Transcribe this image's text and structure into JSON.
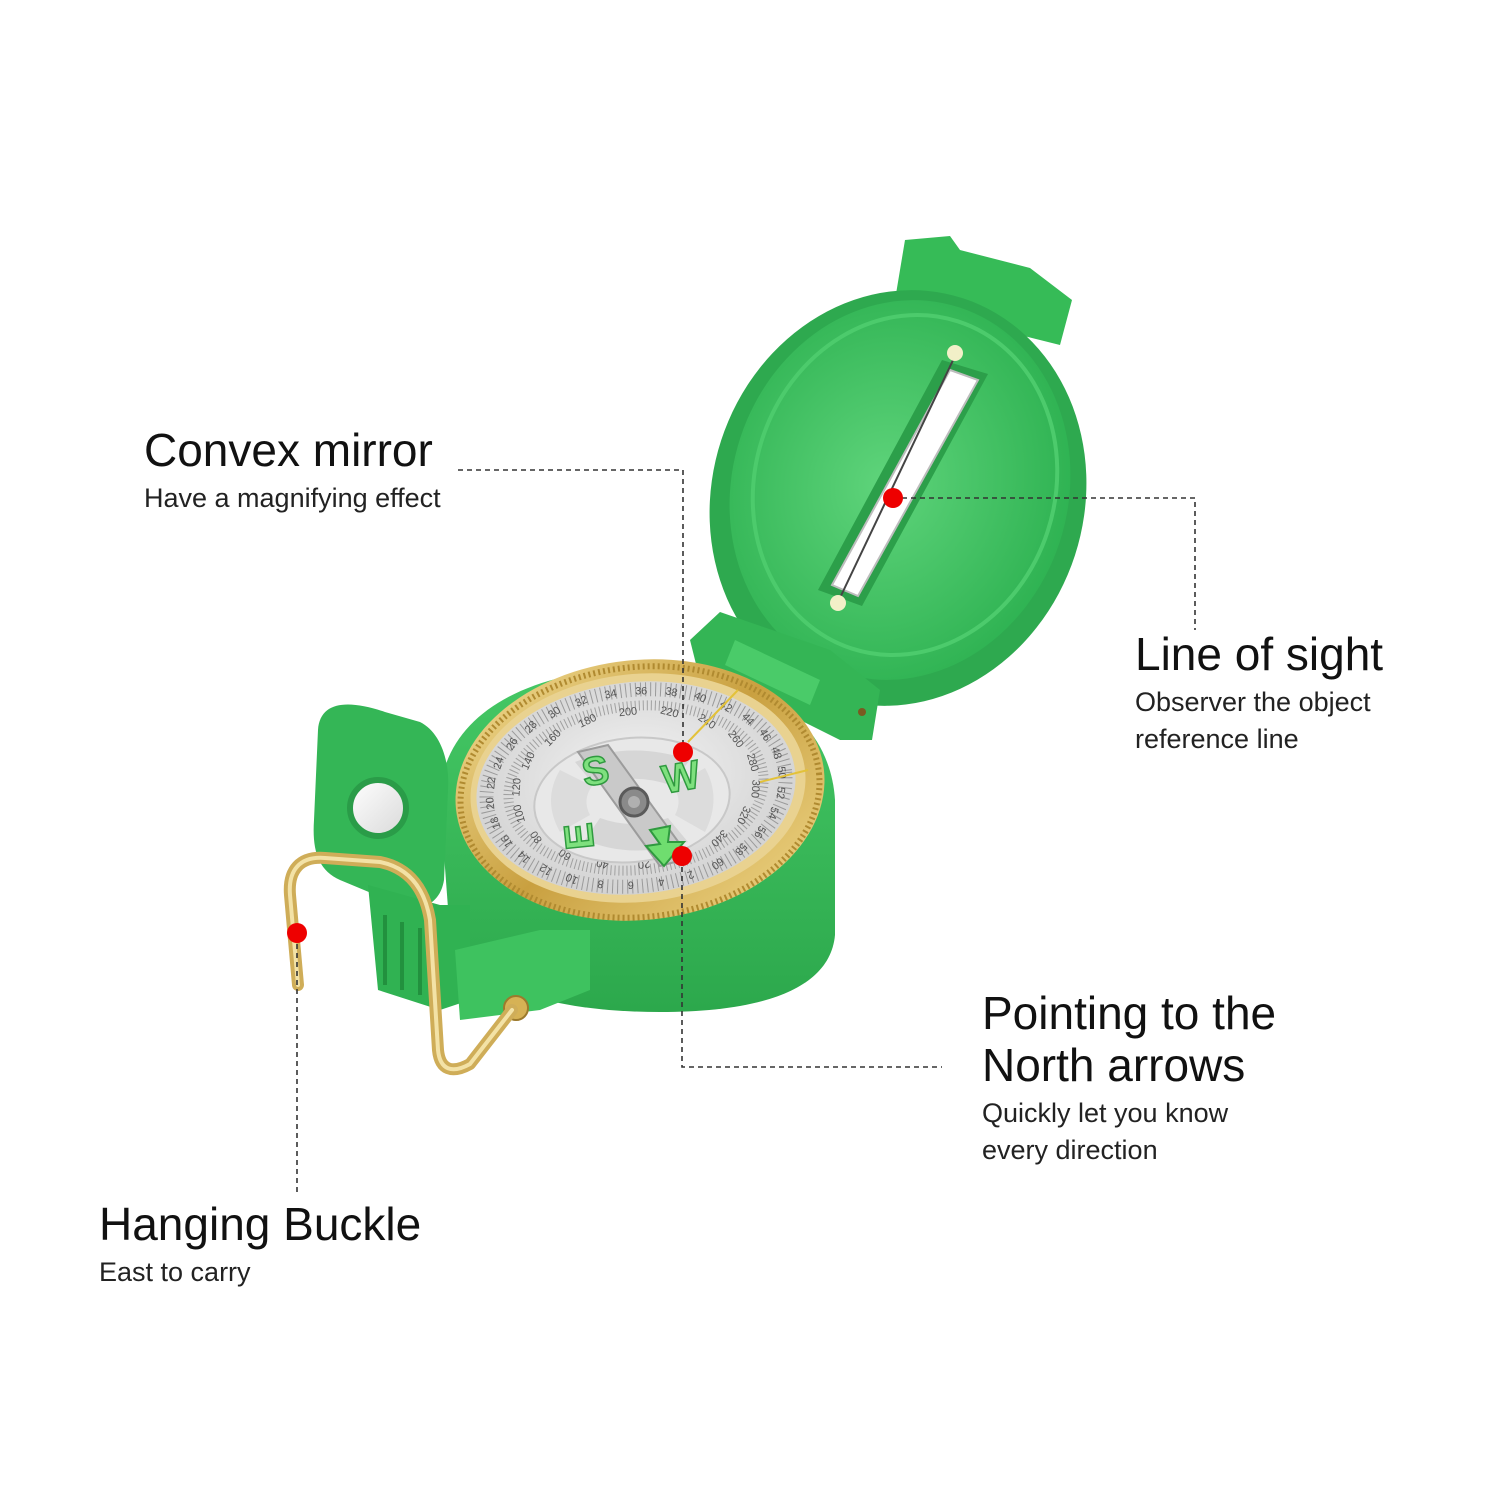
{
  "callouts": {
    "convex_mirror": {
      "title": "Convex mirror",
      "subtitle": "Have a magnifying effect"
    },
    "line_of_sight": {
      "title": "Line of sight",
      "subtitle": "Observer the object\nreference line"
    },
    "north_arrows": {
      "title": "Pointing to the\nNorth arrows",
      "subtitle": "Quickly let you know\nevery direction"
    },
    "hanging_buckle": {
      "title": "Hanging Buckle",
      "subtitle": "East to carry"
    }
  },
  "dial": {
    "letters": {
      "south": "S",
      "west": "W",
      "east": "E"
    },
    "inner_numbers": [
      "180",
      "200",
      "220",
      "240",
      "260",
      "280",
      "300",
      "320",
      "340",
      "0",
      "20",
      "40",
      "60",
      "80",
      "100",
      "120",
      "140",
      "160"
    ],
    "outer_numbers": [
      "30",
      "32",
      "34",
      "36",
      "38",
      "40",
      "42",
      "44",
      "46",
      "48",
      "50",
      "52",
      "54",
      "56",
      "58",
      "60",
      "2",
      "4",
      "6",
      "8",
      "10",
      "12",
      "14",
      "16",
      "18",
      "20",
      "22",
      "24",
      "26",
      "28"
    ]
  },
  "colors": {
    "body_green": "#3cc25e",
    "body_green_dark": "#25a046",
    "body_green_light": "#6fd98a",
    "brass": "#d8b45a",
    "marker_red": "#ee0000",
    "leader_line": "#333333",
    "luminous_green": "#7ee07e"
  }
}
